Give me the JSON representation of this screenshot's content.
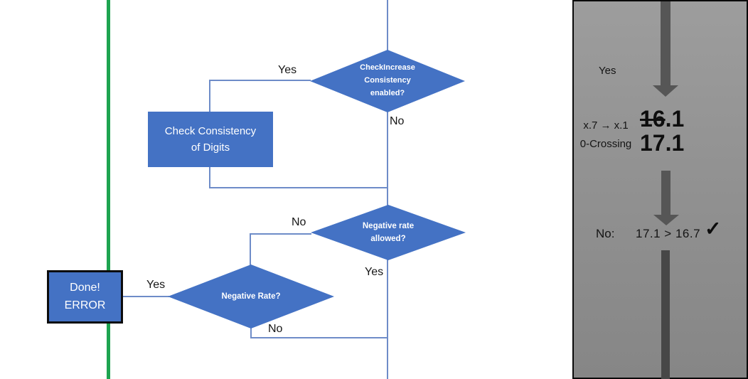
{
  "colors": {
    "shape_blue": "#4472c4",
    "connector_blue": "#6e8cc8",
    "green": "#1ea450",
    "arrow_gray": "#565656"
  },
  "flowchart": {
    "decision_check_increase": "CheckIncrease\nConsistency\nenabled?",
    "process_check_consistency": "Check Consistency\nof Digits",
    "decision_negative_rate_allowed": "Negative rate\nallowed?",
    "decision_negative_rate": "Negative Rate?",
    "terminal_done_error": "Done!\nERROR",
    "labels": {
      "yes_top": "Yes",
      "no_top": "No",
      "no_mid": "No",
      "yes_mid": "Yes",
      "yes_bottom": "Yes",
      "no_bottom": "No"
    }
  },
  "side_panel": {
    "yes_label": "Yes",
    "mapping_note": "x.7 → x.1\n0-Crossing",
    "old_value_struck": "16",
    "old_value_rest": ".1",
    "new_value": "17.1",
    "result_no_label": "No:",
    "result_comparison": "17.1 > 16.7",
    "checkmark": "✓"
  }
}
